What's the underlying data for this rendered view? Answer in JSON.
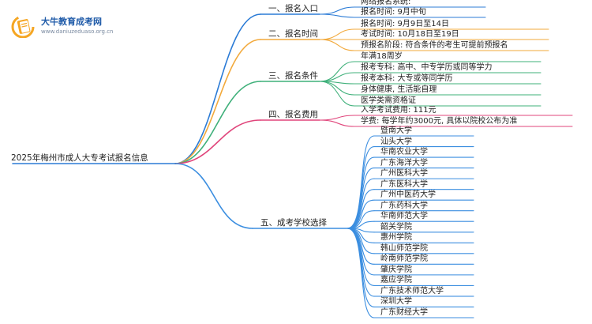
{
  "logo": {
    "name": "大牛教育成考网",
    "url": "www.daniuzeduaso.org.cn",
    "colors": {
      "blue": "#1e5aa8",
      "orange": "#f5a623"
    }
  },
  "root": "2025年梅州市成人大专考试报名信息",
  "branches": [
    {
      "label": "一、报名入口",
      "color": "#2b7bd6",
      "children": [
        "网络报名系统:",
        "报名时间: 9月中旬"
      ]
    },
    {
      "label": "二、报名时间",
      "color": "#f2a93b",
      "children": [
        "报名时间: 9月9日至14日",
        "考试时间: 10月18日至19日",
        "预报名阶段: 符合条件的考生可提前预报名"
      ]
    },
    {
      "label": "三、报名条件",
      "color": "#3fb07a",
      "children": [
        "年满18周岁",
        "报考专科: 高中、中专学历或同等学力",
        "报考本科: 大专或等同学历",
        "身体健康, 生活能自理",
        "医学类需资格证"
      ]
    },
    {
      "label": "四、报名费用",
      "color": "#e0457b",
      "children": [
        "入学考试费用: 111元",
        "学费: 每学年约3000元, 具体以院校公布为准"
      ]
    },
    {
      "label": "五、成考学校选择",
      "color": "#3b8ee0",
      "children": [
        "暨南大学",
        "汕头大学",
        "华南农业大学",
        "广东海洋大学",
        "广州医科大学",
        "广东医科大学",
        "广州中医药大学",
        "广东药科大学",
        "华南师范大学",
        "韶关学院",
        "惠州学院",
        "韩山师范学院",
        "岭南师范学院",
        "肇庆学院",
        "嘉应学院",
        "广东技术师范大学",
        "深圳大学",
        "广东财经大学"
      ]
    }
  ]
}
